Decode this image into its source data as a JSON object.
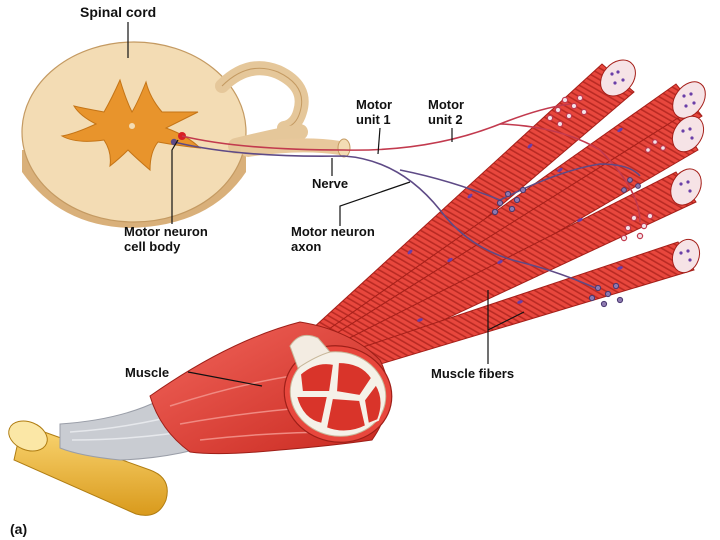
{
  "labels": {
    "spinal_cord": "Spinal cord",
    "motor_unit_1": "Motor\nunit 1",
    "motor_unit_2": "Motor\nunit 2",
    "nerve": "Nerve",
    "motor_neuron_axon": "Motor neuron\naxon",
    "motor_neuron_cell_body": "Motor neuron\ncell body",
    "muscle": "Muscle",
    "muscle_fibers": "Muscle fibers",
    "panel": "(a)"
  },
  "colors": {
    "white_matter": "#f3dcb4",
    "gray_matter": "#e8942c",
    "muscle_fiber": "#e8473d",
    "fiber_stripe": "#b92a23",
    "fiber_nucleus": "#6a3fa8",
    "motor_unit_1": "#c23a4e",
    "motor_unit_2": "#5e4a86",
    "tendon": "#c9ccd2",
    "bone": "#f0b93a"
  }
}
